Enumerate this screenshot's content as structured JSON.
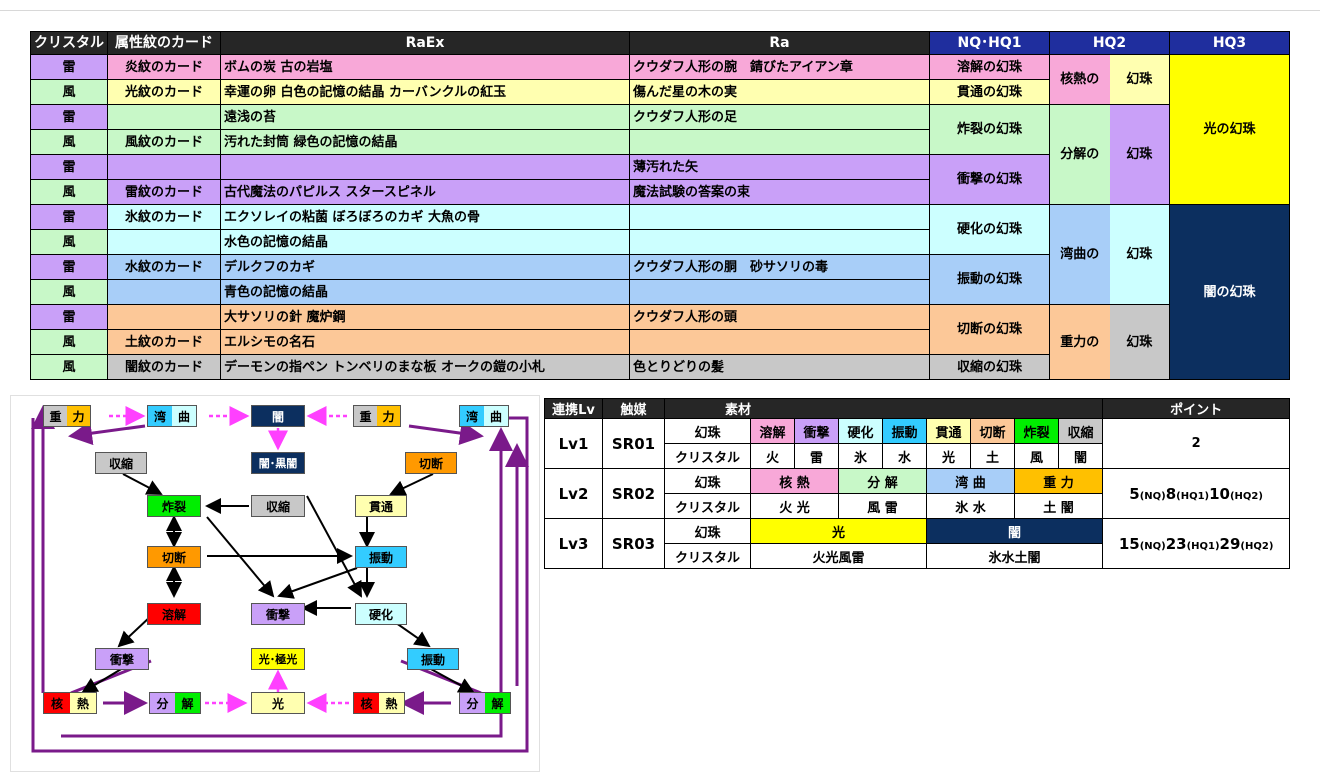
{
  "headers": [
    "クリスタル",
    "属性紋のカード",
    "RaEx",
    "Ra",
    "NQ･HQ1",
    "HQ2",
    "HQ3"
  ],
  "rows": [
    {
      "crystal": "雷",
      "card": "炎紋のカード",
      "raex": "ボムの炭 古の岩塩",
      "ra": "クウダフ人形の腕　錆びたアイアン章",
      "nq": "溶解の幻珠"
    },
    {
      "crystal": "風",
      "card": "光紋のカード",
      "raex": "幸運の卵 白色の記憶の結晶 カーバンクルの紅玉",
      "ra": "傷んだ星の木の実",
      "nq": "貫通の幻珠"
    },
    {
      "crystal": "雷",
      "card": "",
      "raex": "遠浅の苔",
      "ra": "クウダフ人形の足",
      "nq": "炸裂の幻珠"
    },
    {
      "crystal": "風",
      "card": "風紋のカード",
      "raex": "汚れた封筒 緑色の記憶の結晶",
      "ra": "",
      "nq": ""
    },
    {
      "crystal": "雷",
      "card": "",
      "raex": "",
      "ra": "薄汚れた矢",
      "nq": "衝撃の幻珠"
    },
    {
      "crystal": "風",
      "card": "雷紋のカード",
      "raex": "古代魔法のパピルス スタースピネル",
      "ra": "魔法試験の答案の束",
      "nq": ""
    },
    {
      "crystal": "雷",
      "card": "氷紋のカード",
      "raex": "エクソレイの粘菌 ぼろぼろのカギ 大魚の骨",
      "ra": "",
      "nq": "硬化の幻珠"
    },
    {
      "crystal": "風",
      "card": "",
      "raex": "水色の記憶の結晶",
      "ra": "",
      "nq": ""
    },
    {
      "crystal": "雷",
      "card": "水紋のカード",
      "raex": "デルクフのカギ",
      "ra": "クウダフ人形の胴　砂サソリの毒",
      "nq": "振動の幻珠"
    },
    {
      "crystal": "風",
      "card": "",
      "raex": "青色の記憶の結晶",
      "ra": "",
      "nq": ""
    },
    {
      "crystal": "雷",
      "card": "",
      "raex": "大サソリの針 魔炉鋼",
      "ra": "クウダフ人形の頭",
      "nq": "切断の幻珠"
    },
    {
      "crystal": "風",
      "card": "土紋のカード",
      "raex": "エルシモの名石",
      "ra": "",
      "nq": ""
    },
    {
      "crystal": "風",
      "card": "闇紋のカード",
      "raex": "デーモンの指ペン トンベリのまな板 オークの鎧の小札",
      "ra": "色とりどりの髪",
      "nq": "収縮の幻珠"
    }
  ],
  "hq2": [
    {
      "a": "核熱の",
      "b": "幻珠"
    },
    {
      "a": "分解の",
      "b": "幻珠"
    },
    {
      "a": "湾曲の",
      "b": "幻珠"
    },
    {
      "a": "重力の",
      "b": "幻珠"
    }
  ],
  "hq3": [
    "光の幻珠",
    "闇の幻珠"
  ],
  "diagram": {
    "gravity": [
      "重",
      "力"
    ],
    "bend": [
      "湾",
      "曲"
    ],
    "dark": "闇",
    "dark_pure": "闇･黒闇",
    "compress": "収縮",
    "cut": "切断",
    "burst": "炸裂",
    "pierce": "貫通",
    "vibrate": "振動",
    "melt": "溶解",
    "impact": "衝撃",
    "harden": "硬化",
    "light_pure": "光･極光",
    "light": "光",
    "fusion": [
      "核",
      "熱"
    ],
    "split": [
      "分",
      "解"
    ]
  },
  "points": {
    "headers": [
      "連携Lv",
      "触媒",
      "素材",
      "ポイント"
    ],
    "orb_label": "幻珠",
    "crystal_label": "クリスタル",
    "lv1": {
      "lv": "Lv1",
      "cat": "SR01",
      "orbs": [
        "溶解",
        "衝撃",
        "硬化",
        "振動",
        "貫通",
        "切断",
        "炸裂",
        "収縮"
      ],
      "crystals": [
        "火",
        "雷",
        "氷",
        "水",
        "光",
        "土",
        "風",
        "闇"
      ],
      "point": "2"
    },
    "lv2": {
      "lv": "Lv2",
      "cat": "SR02",
      "orbs": [
        "核 熱",
        "分 解",
        "湾 曲",
        "重 力"
      ],
      "crystals": [
        "火 光",
        "風 雷",
        "氷 水",
        "土 闇"
      ],
      "p1": "5",
      "p1s": "(NQ)",
      "p2": "8",
      "p2s": "(HQ1)",
      "p3": "10",
      "p3s": "(HQ2)"
    },
    "lv3": {
      "lv": "Lv3",
      "cat": "SR03",
      "orbs": [
        "光",
        "闇"
      ],
      "crystals": [
        "火光風雷",
        "氷水土闇"
      ],
      "p1": "15",
      "p1s": "(NQ)",
      "p2": "23",
      "p2s": "(HQ1)",
      "p3": "29",
      "p3s": "(HQ2)"
    }
  },
  "colors": {
    "pink": "#f8a8d8",
    "yellow": "#ffffb0",
    "green": "#c8f8c8",
    "purple": "#c9a0f8",
    "cyan": "#ccffff",
    "blue": "#a8cef8",
    "orange": "#fcc898",
    "grey": "#c8c8c8",
    "navy": "#0c2f5f",
    "arrow_purple": "#7a1a8a",
    "arrow_pink": "#ff40ff"
  }
}
